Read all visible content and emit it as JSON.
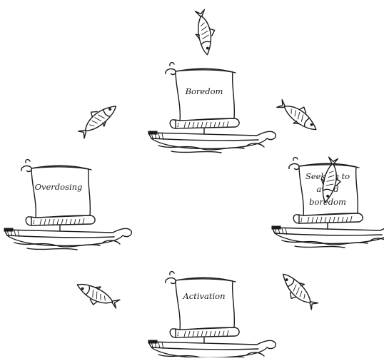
{
  "cycle": {
    "stages": [
      {
        "lines": [
          "Boredom"
        ]
      },
      {
        "lines": [
          "Seeking to",
          "avoid",
          "boredom"
        ]
      },
      {
        "lines": [
          "Activation"
        ]
      },
      {
        "lines": [
          "Overdosing"
        ]
      }
    ],
    "connector_icon": "fish-icon"
  }
}
